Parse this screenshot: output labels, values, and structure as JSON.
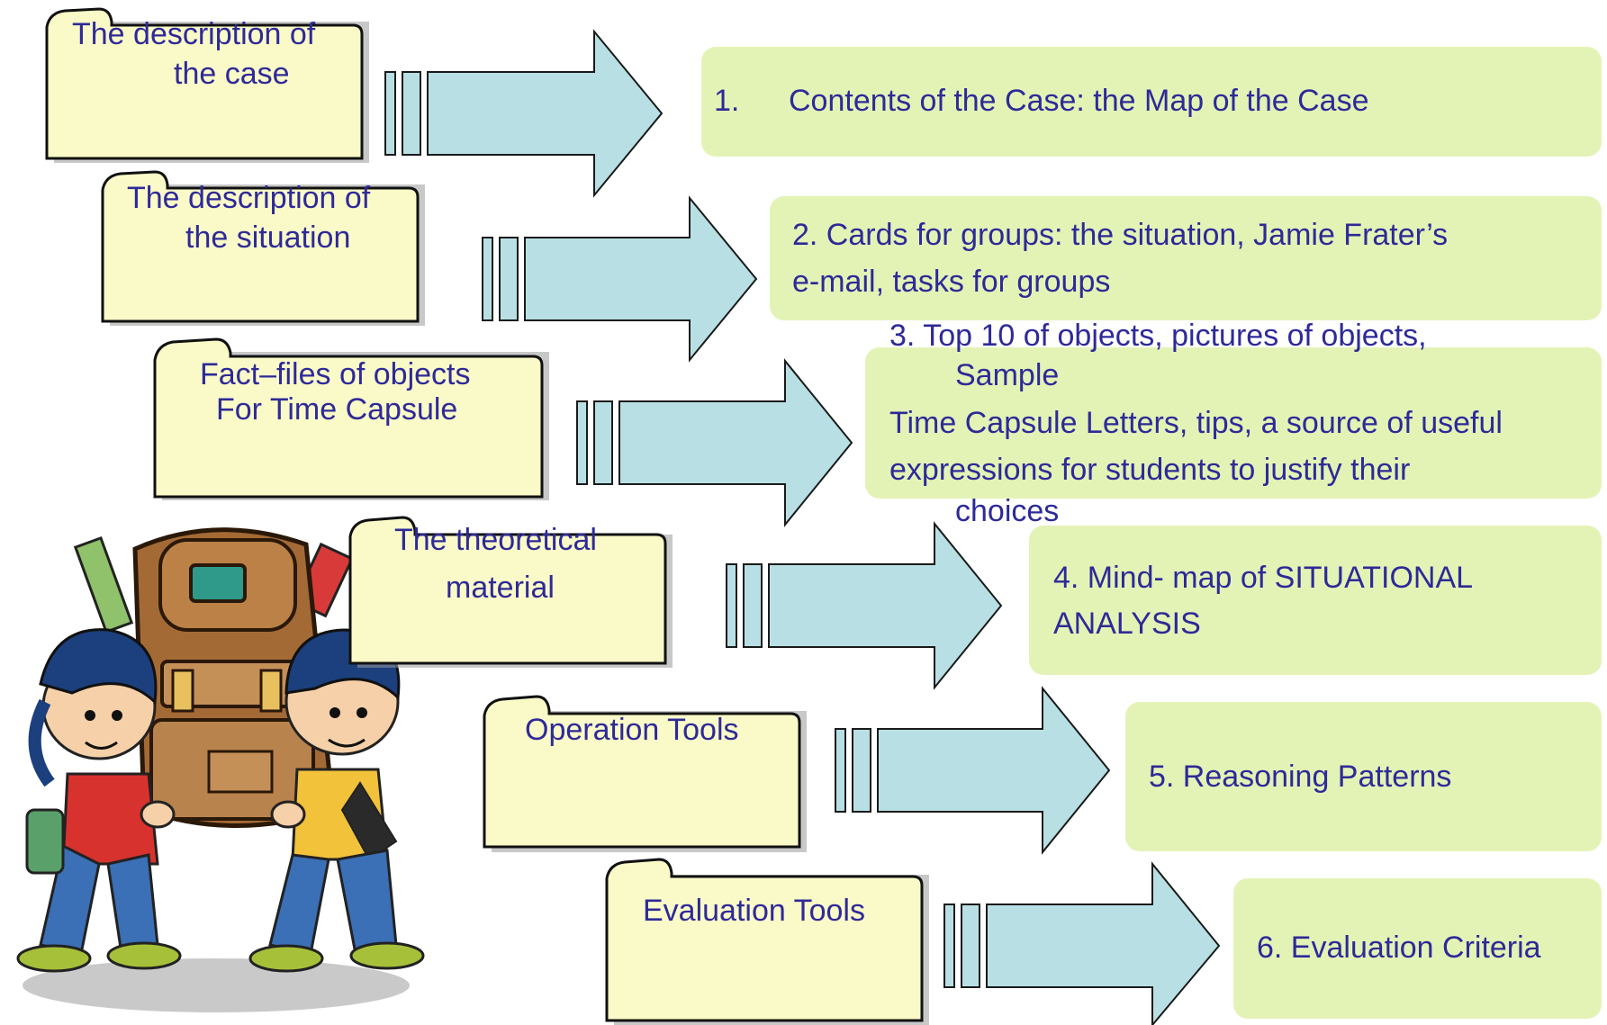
{
  "folders": [
    {
      "lines": [
        "The description of",
        "the case"
      ]
    },
    {
      "lines": [
        "The description of",
        "the situation"
      ]
    },
    {
      "lines": [
        "Fact–files of objects",
        "For Time Capsule"
      ]
    },
    {
      "lines": [
        "The theoretical",
        "material"
      ]
    },
    {
      "lines": [
        "Operation Tools"
      ]
    },
    {
      "lines": [
        "Evaluation Tools"
      ]
    }
  ],
  "boxes": [
    {
      "num": "1.",
      "lines": [
        "Contents of the Case: the Map of the Case"
      ]
    },
    {
      "lines": [
        "2. Cards for groups: the situation, Jamie Frater’s",
        "e-mail, tasks for groups"
      ]
    },
    {
      "lines": [
        "3. Top 10 of objects, pictures of objects,",
        "Sample",
        "Time Capsule Letters, tips, a source of useful",
        "expressions for students to justify their",
        "choices"
      ]
    },
    {
      "lines": [
        "4. Mind- map of SITUATIONAL",
        "ANALYSIS"
      ]
    },
    {
      "lines": [
        "5. Reasoning Patterns"
      ]
    },
    {
      "lines": [
        "6. Evaluation Criteria"
      ]
    }
  ],
  "colors": {
    "folder_fill": "#fafac8",
    "box_fill": "#e3f3b6",
    "arrow_fill": "#b8e0e4",
    "text": "#2e2a98"
  },
  "illustration": {
    "icon": "children-carrying-backpack-illustration"
  }
}
